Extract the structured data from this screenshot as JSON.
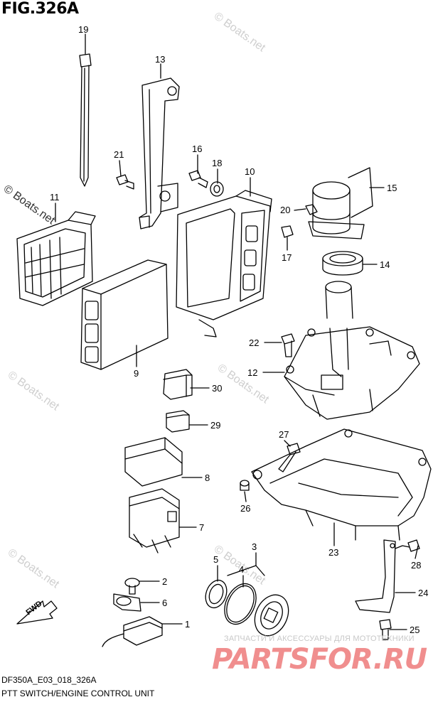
{
  "figure": {
    "title": "FIG.326A",
    "code": "DF350A_E03_018_326A",
    "caption": "PTT SWITCH/ENGINE CONTROL UNIT"
  },
  "watermarks": {
    "site": "© Boats.net",
    "ru_text": "ЗАПЧАСТИ И АКСЕССУАРЫ ДЛЯ МОТОТЕХНИКИ",
    "brand": "PARTSFOR.RU"
  },
  "fwd_label": "FWD",
  "callouts": {
    "p1": "1",
    "p2": "2",
    "p3": "3",
    "p4": "4",
    "p5": "5",
    "p6": "6",
    "p7": "7",
    "p8": "8",
    "p9": "9",
    "p10": "10",
    "p11": "11",
    "p12": "12",
    "p13": "13",
    "p14": "14",
    "p15": "15",
    "p16": "16",
    "p17": "17",
    "p18": "18",
    "p19": "19",
    "p20": "20",
    "p21": "21",
    "p22": "22",
    "p23": "23",
    "p24": "24",
    "p25": "25",
    "p26": "26",
    "p27": "27",
    "p28": "28",
    "p29": "29",
    "p30": "30"
  },
  "colors": {
    "line": "#000000",
    "watermark": "#cfcfcf",
    "brand": "#f08e8e"
  }
}
